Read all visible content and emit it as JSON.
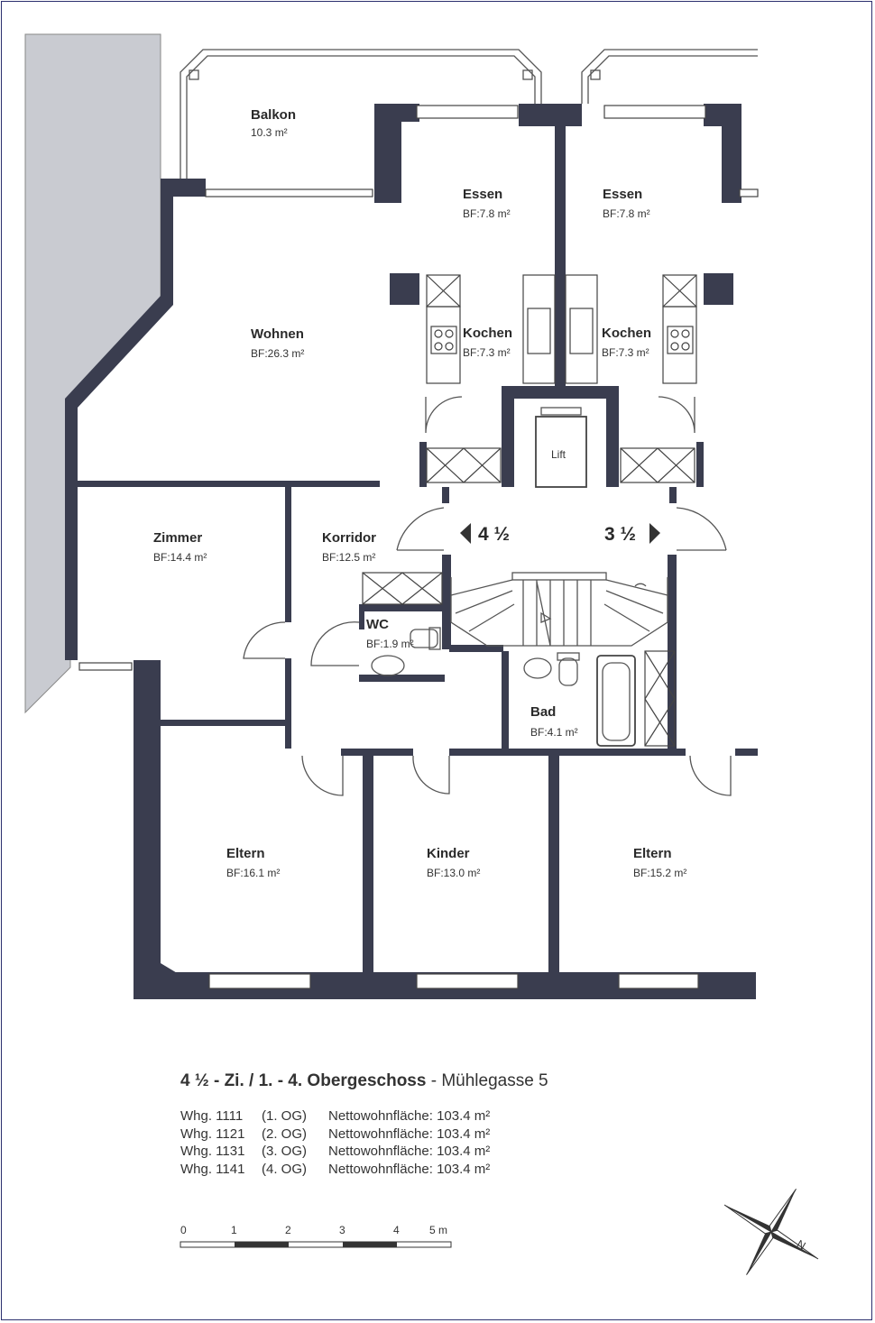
{
  "rooms": {
    "balkon": {
      "name": "Balkon",
      "area": "10.3 m²"
    },
    "essen1": {
      "name": "Essen",
      "area": "BF:7.8 m²"
    },
    "essen2": {
      "name": "Essen",
      "area": "BF:7.8 m²"
    },
    "wohnen": {
      "name": "Wohnen",
      "area": "BF:26.3 m²"
    },
    "kochen1": {
      "name": "Kochen",
      "area": "BF:7.3 m²"
    },
    "kochen2": {
      "name": "Kochen",
      "area": "BF:7.3 m²"
    },
    "lift": {
      "name": "Lift"
    },
    "zimmer": {
      "name": "Zimmer",
      "area": "BF:14.4 m²"
    },
    "korridor": {
      "name": "Korridor",
      "area": "BF:12.5 m²"
    },
    "wc": {
      "name": "WC",
      "area": "BF:1.9 m²"
    },
    "bad": {
      "name": "Bad",
      "area": "BF:4.1 m²"
    },
    "eltern1": {
      "name": "Eltern",
      "area": "BF:16.1 m²"
    },
    "kinder": {
      "name": "Kinder",
      "area": "BF:13.0 m²"
    },
    "eltern2": {
      "name": "Eltern",
      "area": "BF:15.2 m²"
    }
  },
  "units": {
    "left": "4 ½",
    "right": "3 ½"
  },
  "title": {
    "main": "4 ½ - Zi.  /  1. - 4. Obergeschoss",
    "sep": " - ",
    "address": "Mühlegasse 5"
  },
  "apartments": [
    {
      "whg": "Whg. 1111",
      "og": "(1. OG)",
      "area": "Nettowohnfläche: 103.4 m²"
    },
    {
      "whg": "Whg. 1121",
      "og": "(2. OG)",
      "area": "Nettowohnfläche: 103.4 m²"
    },
    {
      "whg": "Whg. 1131",
      "og": "(3. OG)",
      "area": "Nettowohnfläche: 103.4 m²"
    },
    {
      "whg": "Whg. 1141",
      "og": "(4. OG)",
      "area": "Nettowohnfläche: 103.4 m²"
    }
  ],
  "scale": {
    "ticks": [
      "0",
      "1",
      "2",
      "3",
      "4",
      "5 m"
    ]
  },
  "compass": {
    "label": "N"
  }
}
